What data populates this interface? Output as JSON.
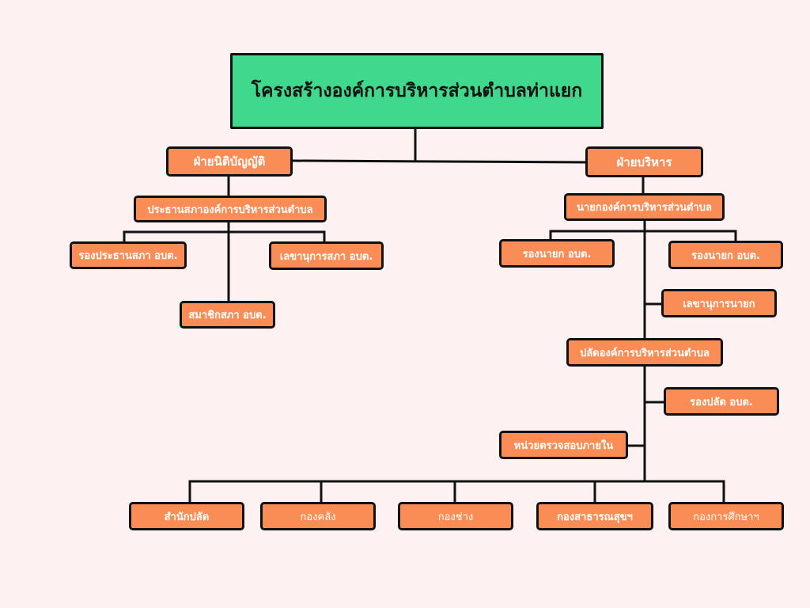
{
  "title": "โครงสร้างองค์การบริหารส่วนตำบลท่าแยก",
  "legislative": {
    "label": "ฝ่ายนิติบัญญัติ",
    "chair": "ประธานสภาองค์การบริหารส่วนตำบล",
    "vice_chair": "รองประธานสภา อบต.",
    "secretary": "เลขานุการสภา อบต.",
    "member": "สมาชิกสภา อบต."
  },
  "executive": {
    "label": "ฝ่ายบริหาร",
    "mayor": "นายกองค์การบริหารส่วนตำบล",
    "deputy_left": "รองนายก อบต.",
    "deputy_right": "รองนายก อบต.",
    "secretary": "เลขานุการนายก",
    "permanent_secretary": "ปลัดองค์การบริหารส่วนตำบล",
    "deputy_permanent_secretary": "รองปลัด อบต.",
    "internal_audit": "หน่วยตรวจสอบภายใน"
  },
  "divisions": [
    "สำนักปลัด",
    "กองคลัง",
    "กองช่าง",
    "กองสาธารณสุขฯ",
    "กองการศึกษาฯ"
  ],
  "colors": {
    "background": "#fdf1f1",
    "title_fill": "#3fd88c",
    "node_fill": "#fa8d55",
    "outline": "#111111"
  }
}
